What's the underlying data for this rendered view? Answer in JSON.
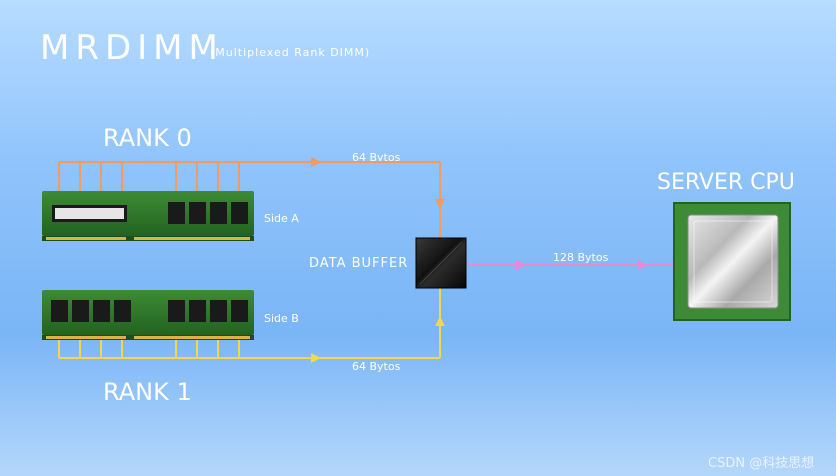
{
  "title": "MRDIMM",
  "subtitle": "(Multiplexed Rank DIMM)",
  "rank0": {
    "label": "RANK 0",
    "side": "Side A",
    "bus_label": "64 Bytos"
  },
  "rank1": {
    "label": "RANK 1",
    "side": "Side B",
    "bus_label": "64 Bytos"
  },
  "buffer": {
    "label": "DATA BUFFER"
  },
  "cpu_link": {
    "label": "128 Bytos"
  },
  "cpu": {
    "label": "SERVER CPU"
  },
  "watermark": "CSDN @科技思想",
  "colors": {
    "rank0_bus": "#f39a5c",
    "rank1_bus": "#f2d84a",
    "cpu_bus": "#e889d8",
    "pcb_green": "#2f7a2c",
    "chip": "#1b1b1b"
  }
}
